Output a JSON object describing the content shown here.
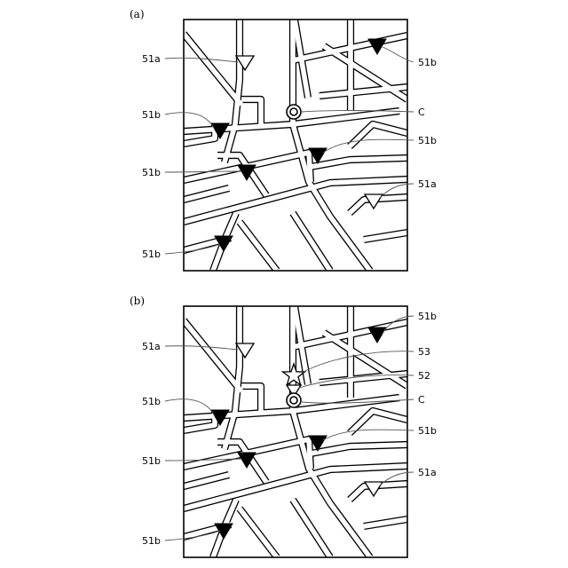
{
  "figure": {
    "panels": [
      {
        "id": "a",
        "label": "(a)",
        "callouts": {
          "left_top_a": "51a",
          "left_b1": "51b",
          "left_b2": "51b",
          "left_b3": "51b",
          "right_b_top": "51b",
          "right_c": "C",
          "right_b_mid": "51b",
          "right_a": "51a"
        }
      },
      {
        "id": "b",
        "label": "(b)",
        "callouts": {
          "left_top_a": "51a",
          "left_b1": "51b",
          "left_b2": "51b",
          "left_b3": "51b",
          "right_b_top": "51b",
          "right_53": "53",
          "right_52": "52",
          "right_c": "C",
          "right_b_mid": "51b",
          "right_a": "51a"
        }
      }
    ],
    "legend": {
      "open_triangle": "51a",
      "filled_triangle": "51b",
      "current_position": "C",
      "open_triangle_small": "52",
      "star": "53"
    }
  }
}
